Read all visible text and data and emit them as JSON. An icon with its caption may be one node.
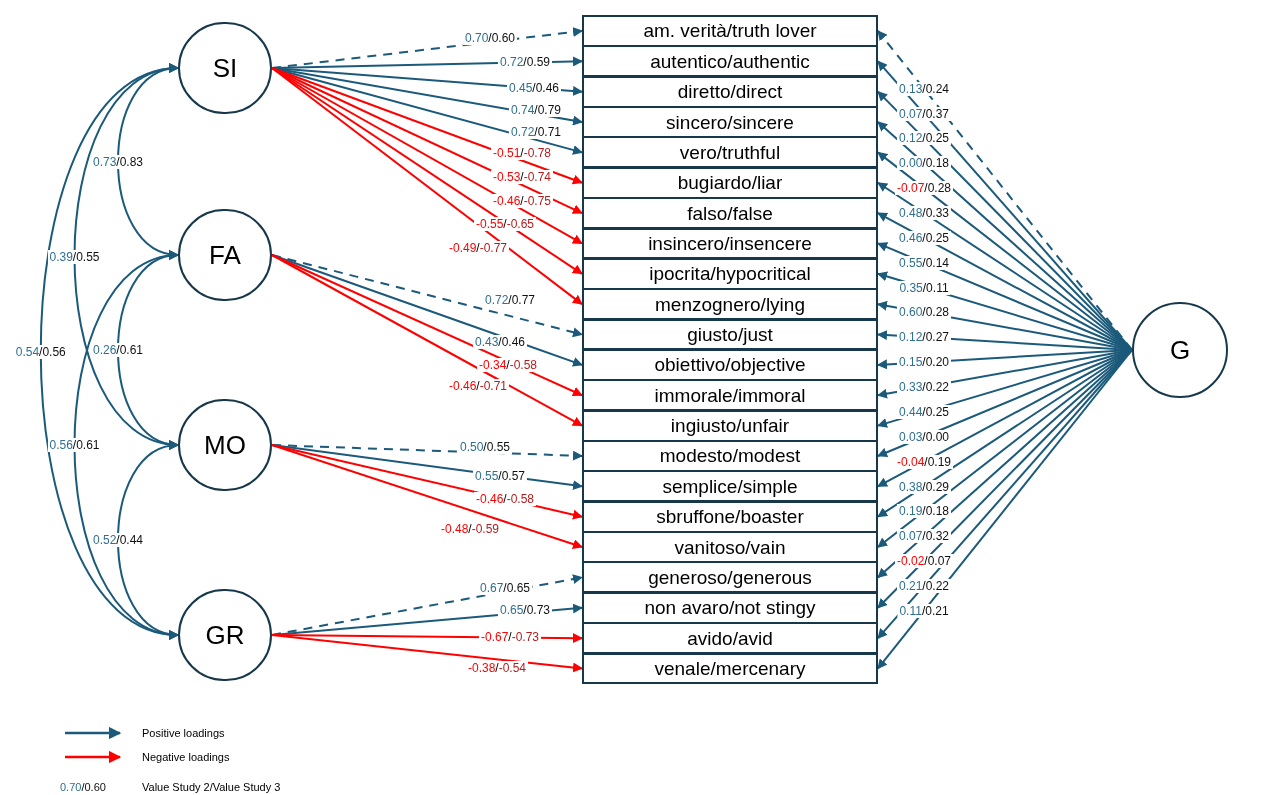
{
  "diagram": {
    "nodes": [
      {
        "text": [
          "SI"
        ]
      },
      {
        "text": [
          "FA"
        ]
      },
      {
        "text": [
          "MO"
        ]
      },
      {
        "text": [
          "GR"
        ]
      },
      {
        "text": [
          "am. verità/truth lover"
        ]
      },
      {
        "text": [
          "autentico/authentic"
        ]
      },
      {
        "text": [
          "diretto/direct"
        ]
      },
      {
        "text": [
          "sincero/sincere"
        ]
      },
      {
        "text": [
          "vero/truthful"
        ]
      },
      {
        "text": [
          "bugiardo/liar"
        ]
      },
      {
        "text": [
          "falso/false"
        ]
      },
      {
        "text": [
          "insincero/insencere"
        ]
      },
      {
        "text": [
          "ipocrita/hypocritical"
        ]
      },
      {
        "text": [
          "menzognero/lying"
        ]
      },
      {
        "text": [
          "giusto/just"
        ]
      },
      {
        "text": [
          "obiettivo/objective"
        ]
      },
      {
        "text": [
          "immorale/immoral"
        ]
      },
      {
        "text": [
          "ingiusto/unfair"
        ]
      },
      {
        "text": [
          "modesto/modest"
        ]
      },
      {
        "text": [
          "semplice/simple"
        ]
      },
      {
        "text": [
          "sbruffone/boaster"
        ]
      },
      {
        "text": [
          "vanitoso/vain"
        ]
      },
      {
        "text": [
          "generoso/generous"
        ]
      },
      {
        "text": [
          "non avaro/not stingy"
        ]
      },
      {
        "text": [
          "avido/avid"
        ]
      },
      {
        "text": [
          "venale/mercenary"
        ]
      },
      {
        "text": [
          "G"
        ]
      }
    ],
    "edges": [
      {
        "from": 0,
        "to": 4,
        "arrow": "to",
        "label": "0.70/0.60",
        "style": "dashed"
      },
      {
        "from": 0,
        "to": 5,
        "arrow": "to",
        "label": "0.72/0.59"
      },
      {
        "from": 0,
        "to": 6,
        "arrow": "to",
        "label": "0.45/0.46"
      },
      {
        "from": 0,
        "to": 7,
        "arrow": "to",
        "label": "0.74/0.79"
      },
      {
        "from": 0,
        "to": 8,
        "arrow": "to",
        "label": "0.72/0.71"
      },
      {
        "from": 0,
        "to": 9,
        "arrow": "to",
        "label": "-0.51/-0.78",
        "color": "#ff0000"
      },
      {
        "from": 0,
        "to": 10,
        "arrow": "to",
        "label": "-0.53/-0.74",
        "color": "#ff0000"
      },
      {
        "from": 0,
        "to": 11,
        "arrow": "to",
        "label": "-0.46/-0.75",
        "color": "#ff0000"
      },
      {
        "from": 0,
        "to": 12,
        "arrow": "to",
        "label": "-0.55/-0.65",
        "color": "#ff0000"
      },
      {
        "from": 0,
        "to": 13,
        "arrow": "to",
        "label": "-0.49/-0.77",
        "color": "#ff0000"
      },
      {
        "from": 1,
        "to": 14,
        "arrow": "to",
        "label": "0.72/0.77",
        "style": "dashed"
      },
      {
        "from": 1,
        "to": 15,
        "arrow": "to",
        "label": "0.43/0.46"
      },
      {
        "from": 1,
        "to": 16,
        "arrow": "to",
        "label": "-0.34/-0.58",
        "color": "#ff0000"
      },
      {
        "from": 1,
        "to": 17,
        "arrow": "to",
        "label": "-0.46/-0.71",
        "color": "#ff0000"
      },
      {
        "from": 2,
        "to": 18,
        "arrow": "to",
        "label": "0.50/0.55",
        "style": "dashed"
      },
      {
        "from": 2,
        "to": 19,
        "arrow": "to",
        "label": "0.55/0.57"
      },
      {
        "from": 2,
        "to": 20,
        "arrow": "to",
        "label": "-0.46/-0.58",
        "color": "#ff0000"
      },
      {
        "from": 2,
        "to": 21,
        "arrow": "to",
        "label": "-0.48/-0.59",
        "color": "#ff0000"
      },
      {
        "from": 3,
        "to": 22,
        "arrow": "to",
        "label": "0.67/0.65",
        "style": "dashed"
      },
      {
        "from": 3,
        "to": 23,
        "arrow": "to",
        "label": "0.65/0.73"
      },
      {
        "from": 3,
        "to": 24,
        "arrow": "to",
        "label": "-0.67/-0.73",
        "color": "#ff0000"
      },
      {
        "from": 3,
        "to": 25,
        "arrow": "to",
        "label": "-0.38/-0.54",
        "color": "#ff0000"
      },
      {
        "from": 0,
        "to": 1,
        "arrow": "both",
        "label": "0.73/0.83"
      },
      {
        "from": 0,
        "to": 2,
        "arrow": "both",
        "label": "0.39/0.55"
      },
      {
        "from": 0,
        "to": 3,
        "arrow": "both",
        "label": "0.54/0.56"
      },
      {
        "from": 1,
        "to": 2,
        "arrow": "both",
        "label": "0.26/0.61"
      },
      {
        "from": 1,
        "to": 3,
        "arrow": "both",
        "label": "0.56/0.61"
      },
      {
        "from": 2,
        "to": 3,
        "arrow": "both",
        "label": "0.52/0.44"
      },
      {
        "from": 26,
        "to": 4,
        "arrow": "to",
        "label": "0.13/0.24",
        "style": "dashed"
      },
      {
        "from": 26,
        "to": 5,
        "arrow": "to",
        "label": "0.07/0.37"
      },
      {
        "from": 26,
        "to": 6,
        "arrow": "to",
        "label": "0.12/0.25"
      },
      {
        "from": 26,
        "to": 7,
        "arrow": "to",
        "label": "0.00/0.18"
      },
      {
        "from": 26,
        "to": 8,
        "arrow": "to",
        "label": "-0.07/0.28"
      },
      {
        "from": 26,
        "to": 9,
        "arrow": "to",
        "label": "0.48/0.33"
      },
      {
        "from": 26,
        "to": 10,
        "arrow": "to",
        "label": "0.46/0.25"
      },
      {
        "from": 26,
        "to": 11,
        "arrow": "to",
        "label": "0.55/0.14"
      },
      {
        "from": 26,
        "to": 12,
        "arrow": "to",
        "label": "0.35/0.11"
      },
      {
        "from": 26,
        "to": 13,
        "arrow": "to",
        "label": "0.60/0.28"
      },
      {
        "from": 26,
        "to": 14,
        "arrow": "to",
        "label": "0.12/0.27"
      },
      {
        "from": 26,
        "to": 15,
        "arrow": "to",
        "label": "0.15/0.20"
      },
      {
        "from": 26,
        "to": 16,
        "arrow": "to",
        "label": "0.33/0.22"
      },
      {
        "from": 26,
        "to": 17,
        "arrow": "to",
        "label": "0.44/0.25"
      },
      {
        "from": 26,
        "to": 18,
        "arrow": "to",
        "label": "0.03/0.00"
      },
      {
        "from": 26,
        "to": 19,
        "arrow": "to",
        "label": "-0.04/0.19"
      },
      {
        "from": 26,
        "to": 20,
        "arrow": "to",
        "label": "0.38/0.29"
      },
      {
        "from": 26,
        "to": 21,
        "arrow": "to",
        "label": "0.19/0.18"
      },
      {
        "from": 26,
        "to": 22,
        "arrow": "to",
        "label": "0.07/0.32"
      },
      {
        "from": 26,
        "to": 23,
        "arrow": "to",
        "label": "-0.02/0.07"
      },
      {
        "from": 26,
        "to": 24,
        "arrow": "to",
        "label": "0.21/0.22"
      },
      {
        "from": 26,
        "to": 25,
        "arrow": "to",
        "label": "0.11/0.21"
      }
    ],
    "labels": [
      "0.70/0.60",
      "Value Study 2/Value Study 3"
    ],
    "legend": [
      {
        "text": "Positive loadings"
      },
      {
        "text": "Negative loadings"
      }
    ]
  }
}
